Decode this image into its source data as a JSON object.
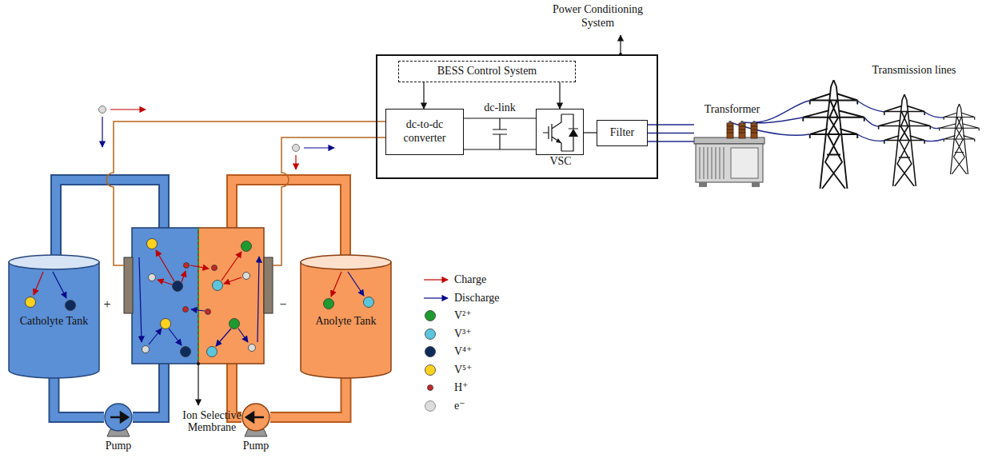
{
  "diagram": {
    "nodes": [
      {
        "text": [
          "Power Conditioning System"
        ]
      },
      {
        "text": [
          "BESS Control System"
        ],
        "in": 0
      },
      {
        "text": [
          "dc-to-dc converter"
        ],
        "in": 0
      },
      {
        "text": [
          "VSC"
        ],
        "in": 0
      },
      {
        "text": [
          "Filter"
        ],
        "in": 0
      },
      {
        "text": [
          "Transformer"
        ]
      },
      {
        "text": [
          "Catholyte Tank"
        ]
      },
      {
        "text": [
          "Anolyte Tank"
        ]
      },
      {
        "text": [
          "Pump"
        ]
      },
      {
        "text": [
          "Pump"
        ]
      }
    ],
    "edges": [
      {
        "from": 1,
        "to": 2,
        "arrow": "to"
      },
      {
        "from": 1,
        "to": 3,
        "arrow": "to"
      },
      {
        "from": 2,
        "to": 3,
        "label": "dc-link",
        "arrow": "none"
      },
      {
        "from": 3,
        "to": 4,
        "arrow": "none"
      },
      {
        "from": 4,
        "to": 5,
        "arrow": "none"
      },
      {
        "from": 6,
        "to": 8,
        "arrow": "none"
      },
      {
        "from": 7,
        "to": 9,
        "arrow": "none"
      }
    ],
    "labels": [
      "+",
      "−",
      "Ion Selective Membrane",
      "Transmission lines"
    ],
    "legend": [
      {
        "text": "Charge"
      },
      {
        "text": "Discharge"
      },
      {
        "text": "V²⁺",
        "color": "#1f9a2e"
      },
      {
        "text": "V³⁺",
        "color": "#5bc5dc"
      },
      {
        "text": "V⁴⁺",
        "color": "#0f2b5b"
      },
      {
        "text": "V⁵⁺",
        "color": "#ffd21f"
      },
      {
        "text": "H⁺",
        "color": "#c62828"
      },
      {
        "text": "e⁻",
        "color": "#dcdcdc"
      }
    ]
  }
}
